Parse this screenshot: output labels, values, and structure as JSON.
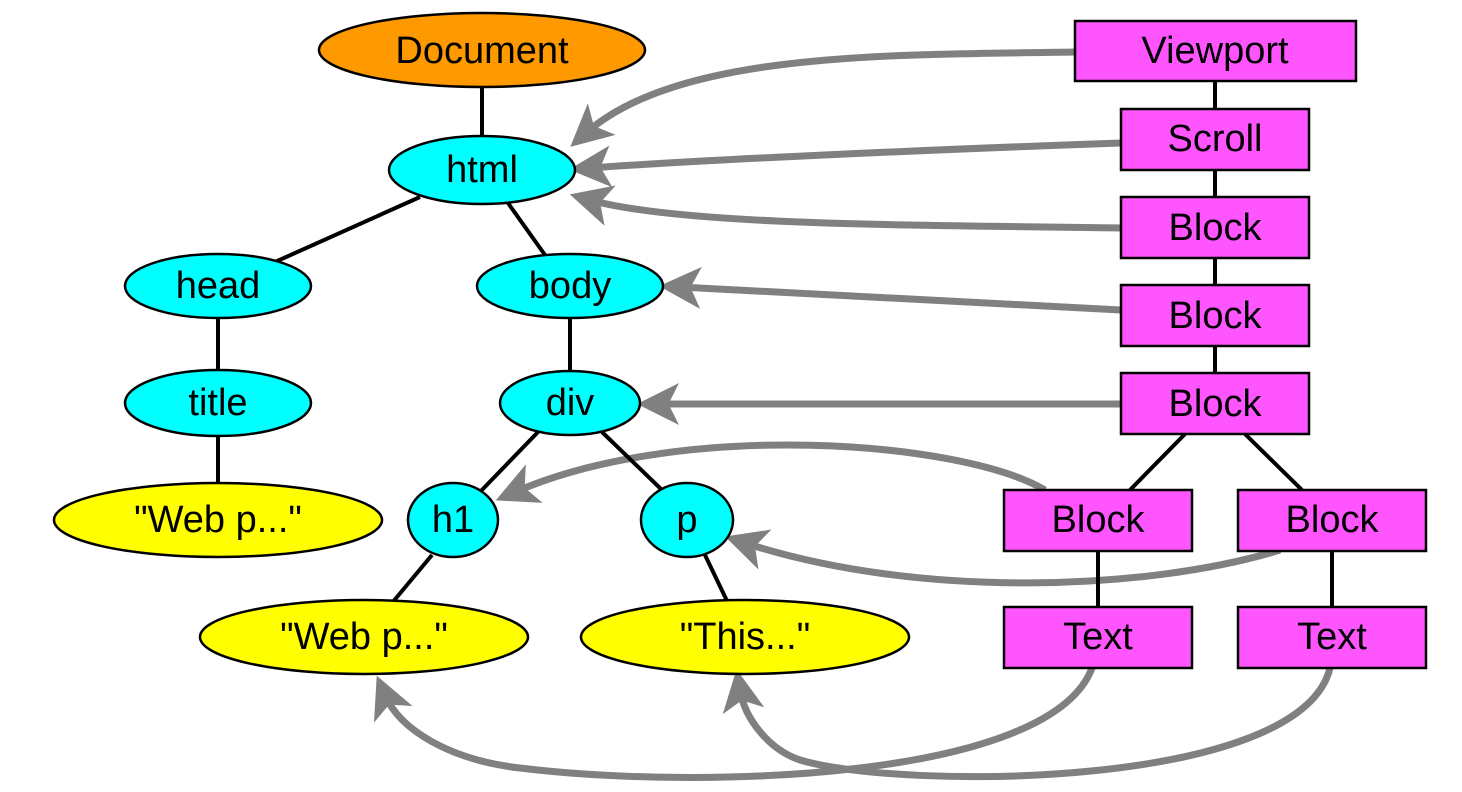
{
  "colors": {
    "document": "#ff9900",
    "element": "#00ffff",
    "text_node": "#ffff00",
    "render_object": "#ff55ff",
    "link": "#808080"
  },
  "dom_tree": {
    "nodes": [
      {
        "id": "document",
        "label": "Document",
        "kind": "document"
      },
      {
        "id": "html",
        "label": "html",
        "kind": "element"
      },
      {
        "id": "head",
        "label": "head",
        "kind": "element"
      },
      {
        "id": "body",
        "label": "body",
        "kind": "element"
      },
      {
        "id": "title",
        "label": "title",
        "kind": "element"
      },
      {
        "id": "div",
        "label": "div",
        "kind": "element"
      },
      {
        "id": "title-text",
        "label": "\"Web p...\"",
        "kind": "text_node"
      },
      {
        "id": "h1",
        "label": "h1",
        "kind": "element"
      },
      {
        "id": "p",
        "label": "p",
        "kind": "element"
      },
      {
        "id": "h1-text",
        "label": "\"Web p...\"",
        "kind": "text_node"
      },
      {
        "id": "p-text",
        "label": "\"This...\"",
        "kind": "text_node"
      }
    ],
    "edges": [
      [
        "document",
        "html"
      ],
      [
        "html",
        "head"
      ],
      [
        "html",
        "body"
      ],
      [
        "head",
        "title"
      ],
      [
        "title",
        "title-text"
      ],
      [
        "body",
        "div"
      ],
      [
        "div",
        "h1"
      ],
      [
        "div",
        "p"
      ],
      [
        "h1",
        "h1-text"
      ],
      [
        "p",
        "p-text"
      ]
    ]
  },
  "render_tree": {
    "nodes": [
      {
        "id": "viewport",
        "label": "Viewport"
      },
      {
        "id": "scroll",
        "label": "Scroll"
      },
      {
        "id": "block1",
        "label": "Block"
      },
      {
        "id": "block2",
        "label": "Block"
      },
      {
        "id": "block3",
        "label": "Block"
      },
      {
        "id": "block4",
        "label": "Block"
      },
      {
        "id": "block5",
        "label": "Block"
      },
      {
        "id": "text1",
        "label": "Text"
      },
      {
        "id": "text2",
        "label": "Text"
      }
    ],
    "edges": [
      [
        "viewport",
        "scroll"
      ],
      [
        "scroll",
        "block1"
      ],
      [
        "block1",
        "block2"
      ],
      [
        "block2",
        "block3"
      ],
      [
        "block3",
        "block4"
      ],
      [
        "block3",
        "block5"
      ],
      [
        "block4",
        "text1"
      ],
      [
        "block5",
        "text2"
      ]
    ]
  },
  "mappings": [
    [
      "viewport",
      "html"
    ],
    [
      "scroll",
      "html"
    ],
    [
      "block1",
      "html"
    ],
    [
      "block2",
      "body"
    ],
    [
      "block3",
      "div"
    ],
    [
      "block4",
      "h1"
    ],
    [
      "block5",
      "p"
    ],
    [
      "text1",
      "h1-text"
    ],
    [
      "text2",
      "p-text"
    ]
  ]
}
